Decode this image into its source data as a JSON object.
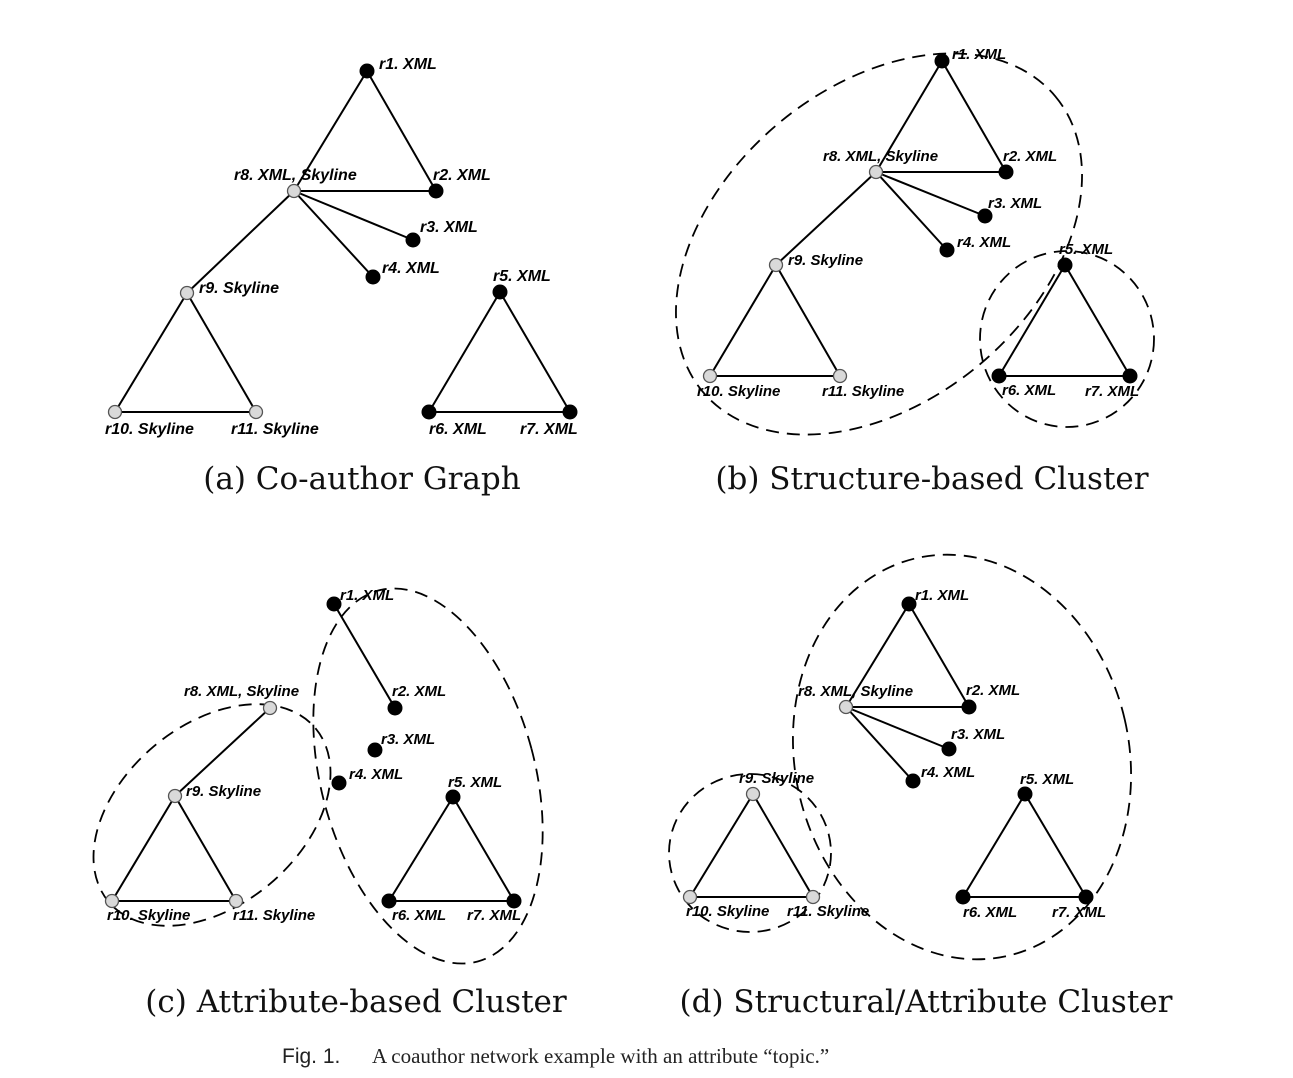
{
  "panels": [
    {
      "id": "a",
      "caption": "(a) Co-author Graph",
      "nodes": [
        {
          "id": "r1",
          "label": "r1. XML",
          "type": "black"
        },
        {
          "id": "r8",
          "label": "r8. XML, Skyline",
          "type": "gray"
        },
        {
          "id": "r2",
          "label": "r2. XML",
          "type": "black"
        },
        {
          "id": "r3",
          "label": "r3. XML",
          "type": "black"
        },
        {
          "id": "r4",
          "label": "r4. XML",
          "type": "black"
        },
        {
          "id": "r9",
          "label": "r9. Skyline",
          "type": "gray"
        },
        {
          "id": "r10",
          "label": "r10. Skyline",
          "type": "gray"
        },
        {
          "id": "r11",
          "label": "r11. Skyline",
          "type": "gray"
        },
        {
          "id": "r5",
          "label": "r5. XML",
          "type": "black"
        },
        {
          "id": "r6",
          "label": "r6. XML",
          "type": "black"
        },
        {
          "id": "r7",
          "label": "r7. XML",
          "type": "black"
        }
      ],
      "edges": [
        [
          "r1",
          "r8"
        ],
        [
          "r1",
          "r2"
        ],
        [
          "r8",
          "r2"
        ],
        [
          "r8",
          "r3"
        ],
        [
          "r8",
          "r4"
        ],
        [
          "r8",
          "r9"
        ],
        [
          "r9",
          "r10"
        ],
        [
          "r9",
          "r11"
        ],
        [
          "r10",
          "r11"
        ],
        [
          "r5",
          "r6"
        ],
        [
          "r5",
          "r7"
        ],
        [
          "r6",
          "r7"
        ]
      ]
    },
    {
      "id": "b",
      "caption": "(b) Structure-based Cluster",
      "nodes": [
        {
          "id": "r1",
          "label": "r1. XML",
          "type": "black"
        },
        {
          "id": "r8",
          "label": "r8. XML, Skyline",
          "type": "gray"
        },
        {
          "id": "r2",
          "label": "r2. XML",
          "type": "black"
        },
        {
          "id": "r3",
          "label": "r3. XML",
          "type": "black"
        },
        {
          "id": "r4",
          "label": "r4. XML",
          "type": "black"
        },
        {
          "id": "r9",
          "label": "r9. Skyline",
          "type": "gray"
        },
        {
          "id": "r10",
          "label": "r10. Skyline",
          "type": "gray"
        },
        {
          "id": "r11",
          "label": "r11. Skyline",
          "type": "gray"
        },
        {
          "id": "r5",
          "label": "r5. XML",
          "type": "black"
        },
        {
          "id": "r6",
          "label": "r6. XML",
          "type": "black"
        },
        {
          "id": "r7",
          "label": "r7. XML",
          "type": "black"
        }
      ],
      "edges": [
        [
          "r1",
          "r8"
        ],
        [
          "r1",
          "r2"
        ],
        [
          "r8",
          "r2"
        ],
        [
          "r8",
          "r3"
        ],
        [
          "r8",
          "r4"
        ],
        [
          "r8",
          "r9"
        ],
        [
          "r9",
          "r10"
        ],
        [
          "r9",
          "r11"
        ],
        [
          "r10",
          "r11"
        ],
        [
          "r5",
          "r6"
        ],
        [
          "r5",
          "r7"
        ],
        [
          "r6",
          "r7"
        ]
      ]
    },
    {
      "id": "c",
      "caption": "(c) Attribute-based Cluster",
      "nodes": [
        {
          "id": "r1",
          "label": "r1. XML",
          "type": "black"
        },
        {
          "id": "r2",
          "label": "r2. XML",
          "type": "black"
        },
        {
          "id": "r3",
          "label": "r3. XML",
          "type": "black"
        },
        {
          "id": "r4",
          "label": "r4. XML",
          "type": "black"
        },
        {
          "id": "r8",
          "label": "r8. XML, Skyline",
          "type": "gray"
        },
        {
          "id": "r9",
          "label": "r9. Skyline",
          "type": "gray"
        },
        {
          "id": "r10",
          "label": "r10. Skyline",
          "type": "gray"
        },
        {
          "id": "r11",
          "label": "r11. Skyline",
          "type": "gray"
        },
        {
          "id": "r5",
          "label": "r5. XML",
          "type": "black"
        },
        {
          "id": "r6",
          "label": "r6. XML",
          "type": "black"
        },
        {
          "id": "r7",
          "label": "r7. XML",
          "type": "black"
        }
      ],
      "edges": [
        [
          "r1",
          "r2"
        ],
        [
          "r8",
          "r9"
        ],
        [
          "r9",
          "r10"
        ],
        [
          "r9",
          "r11"
        ],
        [
          "r10",
          "r11"
        ],
        [
          "r5",
          "r6"
        ],
        [
          "r5",
          "r7"
        ],
        [
          "r6",
          "r7"
        ]
      ]
    },
    {
      "id": "d",
      "caption": "(d) Structural/Attribute Cluster",
      "nodes": [
        {
          "id": "r1",
          "label": "r1. XML",
          "type": "black"
        },
        {
          "id": "r8",
          "label": "r8. XML, Skyline",
          "type": "gray"
        },
        {
          "id": "r2",
          "label": "r2. XML",
          "type": "black"
        },
        {
          "id": "r3",
          "label": "r3. XML",
          "type": "black"
        },
        {
          "id": "r4",
          "label": "r4. XML",
          "type": "black"
        },
        {
          "id": "r5",
          "label": "r5. XML",
          "type": "black"
        },
        {
          "id": "r6",
          "label": "r6. XML",
          "type": "black"
        },
        {
          "id": "r7",
          "label": "r7. XML",
          "type": "black"
        },
        {
          "id": "r9",
          "label": "r9. Skyline",
          "type": "gray"
        },
        {
          "id": "r10",
          "label": "r10. Skyline",
          "type": "gray"
        },
        {
          "id": "r11",
          "label": "r11. Skyline",
          "type": "gray"
        }
      ],
      "edges": [
        [
          "r1",
          "r8"
        ],
        [
          "r1",
          "r2"
        ],
        [
          "r8",
          "r2"
        ],
        [
          "r8",
          "r3"
        ],
        [
          "r8",
          "r4"
        ],
        [
          "r5",
          "r6"
        ],
        [
          "r5",
          "r7"
        ],
        [
          "r6",
          "r7"
        ],
        [
          "r9",
          "r10"
        ],
        [
          "r9",
          "r11"
        ],
        [
          "r10",
          "r11"
        ]
      ]
    }
  ],
  "figure_caption": {
    "number": "Fig. 1.",
    "text": "A coauthor network example with an attribute “topic.”"
  },
  "colors": {
    "black_node": "#000000",
    "gray_node": "#d9d9d9",
    "edge": "#000000"
  }
}
